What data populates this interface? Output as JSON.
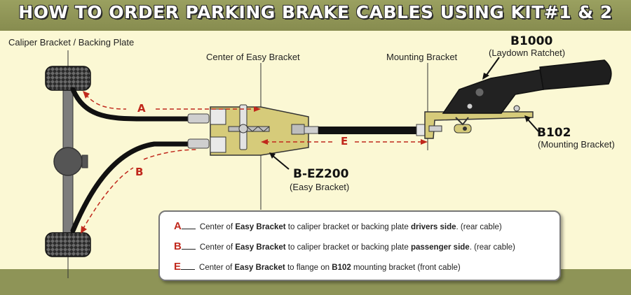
{
  "title": "HOW TO ORDER PARKING BRAKE CABLES USING KIT#1  & 2",
  "labels": {
    "caliper_bracket": "Caliper Bracket / Backing Plate",
    "center_easy_bracket": "Center of Easy Bracket",
    "mounting_bracket": "Mounting Bracket"
  },
  "parts": {
    "ratchet_code": "B1000",
    "ratchet_name": "(Laydown Ratchet)",
    "mount_code": "B102",
    "mount_name": "(Mounting Bracket)",
    "easy_code": "B-EZ200",
    "easy_name": "(Easy Bracket)"
  },
  "dimensions": {
    "a": "A",
    "b": "B",
    "e": "E"
  },
  "legend": [
    {
      "letter": "A",
      "text_1": "Center of ",
      "bold_1": "Easy Bracket",
      "text_2": " to caliper bracket or backing plate ",
      "bold_2": "drivers side",
      "text_3": ". (rear cable)"
    },
    {
      "letter": "B",
      "text_1": "Center of ",
      "bold_1": "Easy Bracket",
      "text_2": " to caliper bracket or backing plate ",
      "bold_2": "passenger side",
      "text_3": ". (rear cable)"
    },
    {
      "letter": "E",
      "text_1": "Center of ",
      "bold_1": "Easy Bracket",
      "text_2": " to flange on ",
      "bold_2": "B102",
      "text_3": " mounting bracket (front cable)"
    }
  ],
  "colors": {
    "banner": "#8e9457",
    "background": "#fbf8d4",
    "dimension": "#c0281c",
    "bracket": "#d6cb7a",
    "cable": "#1a1a1a"
  }
}
